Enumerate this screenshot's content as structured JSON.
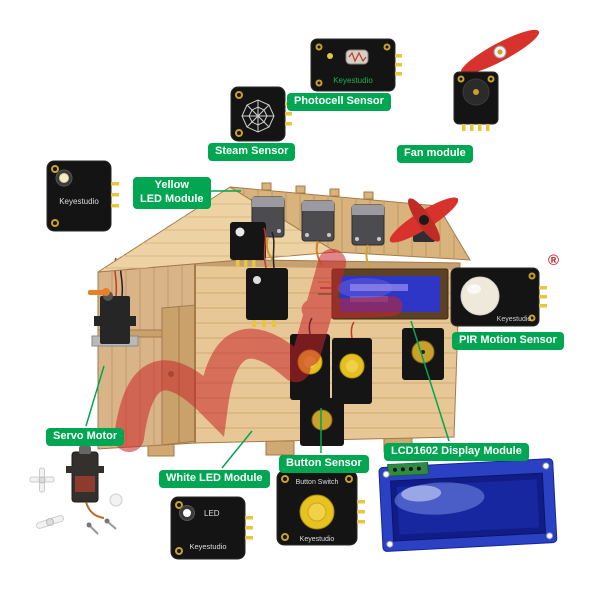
{
  "image": {
    "background": "#ffffff",
    "registered_mark": "®"
  },
  "callouts": {
    "steam": "Steam Sensor",
    "photocell": "Photocell Sensor",
    "fan": "Fan module",
    "yellow_led_l1": "Yellow",
    "yellow_led_l2": "LED Module",
    "pir": "PIR Motion Sensor",
    "servo": "Servo Motor",
    "white_led": "White LED Module",
    "button": "Button Sensor",
    "lcd": "LCD1602 Display Module"
  },
  "module_text": {
    "brand": "Keyestudio",
    "button_switch": "Button Switch",
    "led": "LED"
  },
  "colors": {
    "callout_green": "#00a651",
    "pcb_black": "#151515",
    "pin_yellow": "#e7c63f",
    "propeller_red": "#d8322c",
    "lcd_blue": "#2b41c4",
    "wood_light": "#e7c795",
    "wood_mid": "#d8b37c",
    "watermark_red": "#c8242a",
    "brand_green_text": "#19b14c"
  }
}
